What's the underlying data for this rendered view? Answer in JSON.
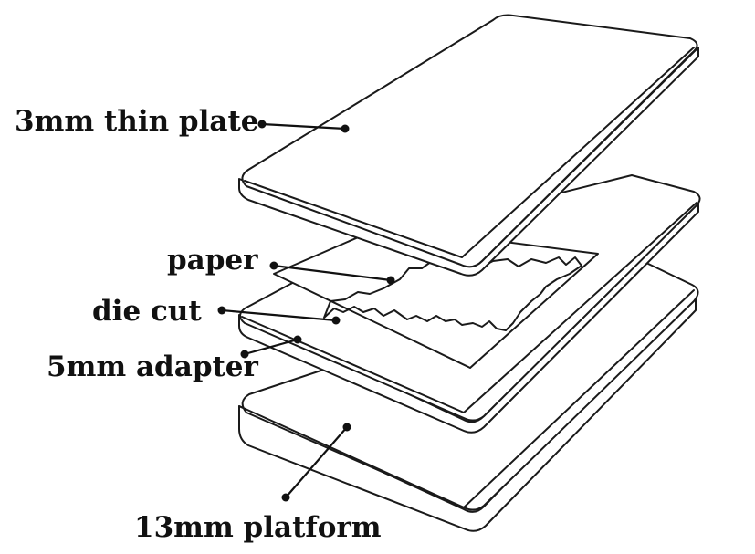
{
  "labels": {
    "thin_plate": "3mm thin plate",
    "paper": "paper",
    "die_cut": "die cut",
    "adapter": "5mm adapter",
    "platform": "13mm platform"
  },
  "colors": {
    "line": "#1a1a1a",
    "background": "#ffffff"
  }
}
